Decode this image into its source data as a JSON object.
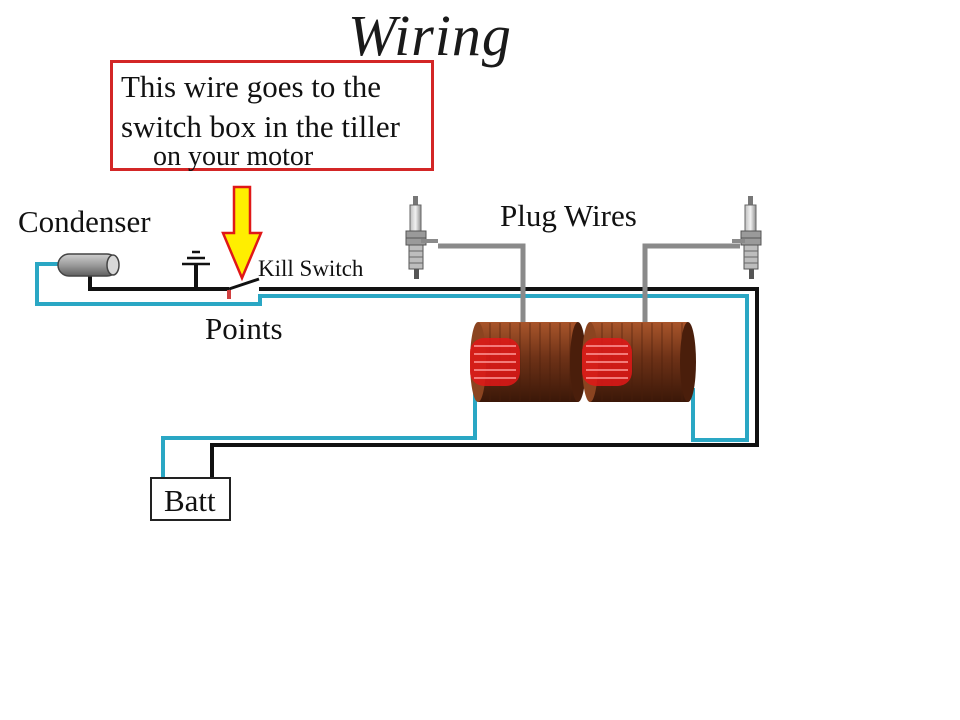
{
  "title": "Wiring",
  "note": {
    "line1": "This wire goes to the",
    "line2": "switch box in the tiller",
    "line3": "on your motor"
  },
  "labels": {
    "condenser": "Condenser",
    "kill_switch": "Kill Switch",
    "points": "Points",
    "plug_wires": "Plug Wires",
    "battery": "Batt"
  },
  "colors": {
    "wire_black": "#111111",
    "wire_blue": "#2aa7c4",
    "plug_wire_gray": "#8a8a8a",
    "coil_brown": "#7a3b1e",
    "coil_red": "#e01818",
    "arrow_yellow": "#ffee00",
    "arrow_red": "#e01818",
    "note_border": "#d32626"
  }
}
